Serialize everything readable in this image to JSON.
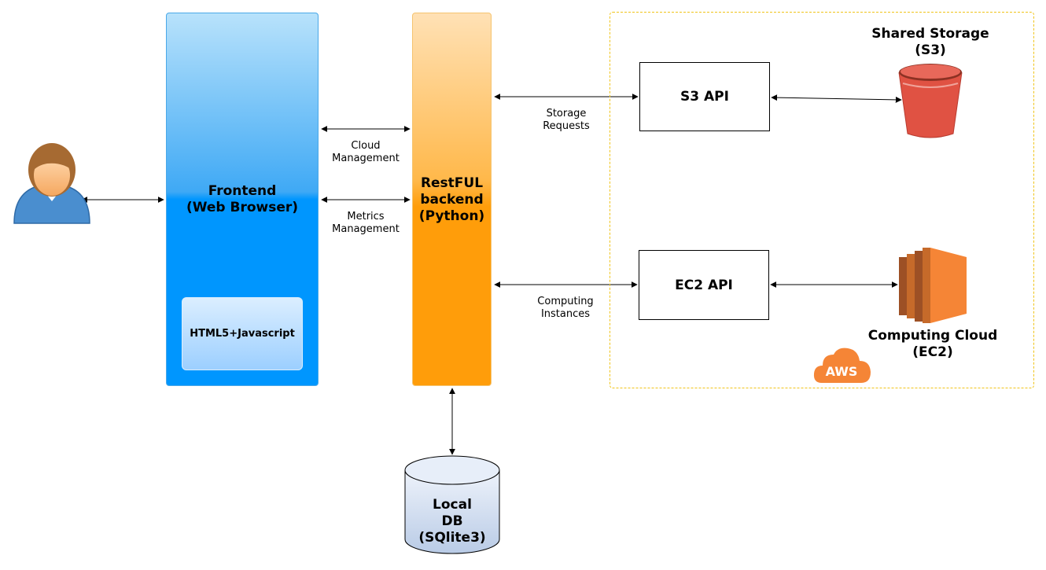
{
  "blocks": {
    "frontend": {
      "title_line1": "Frontend",
      "title_line2": "(Web Browser)"
    },
    "html5": {
      "label": "HTML5+Javascript"
    },
    "backend": {
      "title_line1": "RestFUL",
      "title_line2": "backend",
      "title_line3": "(Python)"
    },
    "s3_api": {
      "label": "S3 API"
    },
    "ec2_api": {
      "label": "EC2 API"
    },
    "local_db": {
      "line1": "Local",
      "line2": "DB",
      "line3": "(SQlite3)"
    },
    "shared_storage": {
      "line1": "Shared Storage",
      "line2": "(S3)"
    },
    "computing_cloud": {
      "line1": "Computing Cloud",
      "line2": "(EC2)"
    },
    "aws_logo": {
      "text": "AWS"
    }
  },
  "edges": {
    "cloud_management": {
      "line1": "Cloud",
      "line2": "Management"
    },
    "metrics_management": {
      "line1": "Metrics",
      "line2": "Management"
    },
    "storage_requests": {
      "line1": "Storage",
      "line2": "Requests"
    },
    "computing_instances": {
      "line1": "Computing",
      "line2": "Instances"
    }
  },
  "colors": {
    "frontend": "#0096fe",
    "backend": "#ff9d0a",
    "aws_border": "#f0c419",
    "s3_bucket": "#e05243",
    "ec2": "#f58536",
    "db": "#c5d6ec"
  }
}
